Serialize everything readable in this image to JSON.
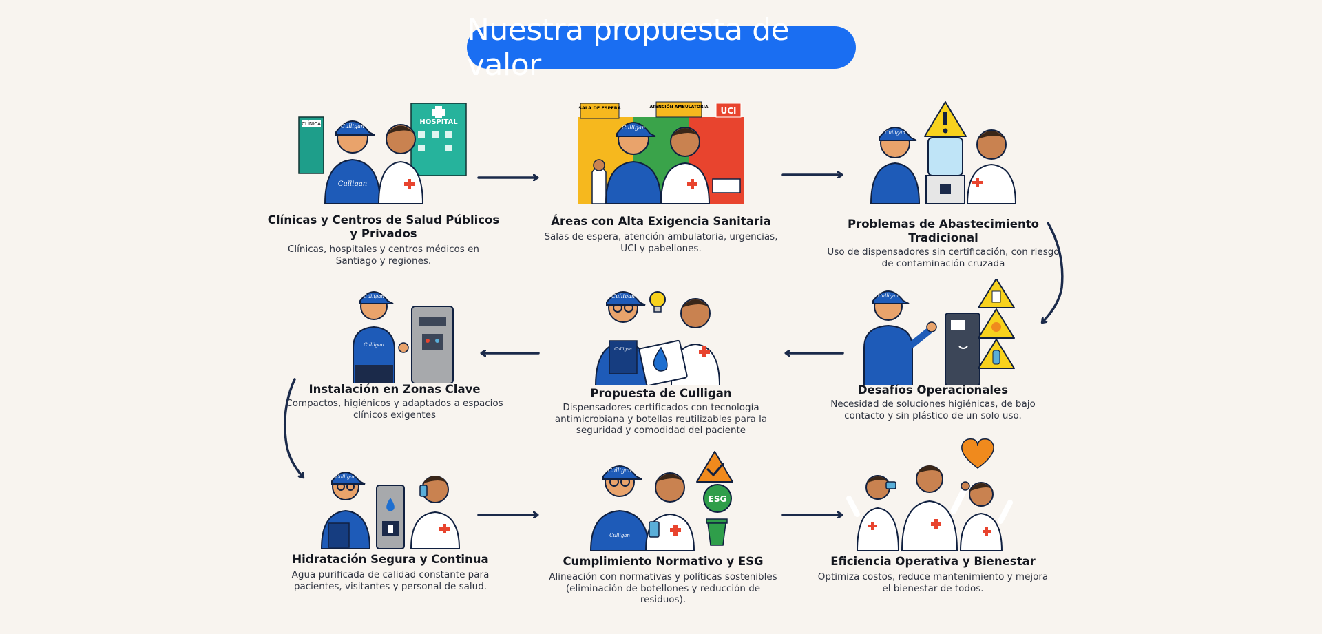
{
  "title": "Nuestra propuesta de valor",
  "colors": {
    "accent": "#1a6ef2",
    "uniform": "#1e5bb8",
    "navy": "#1b2a4a",
    "red": "#e8442e",
    "yellow": "#f7d21e",
    "orange": "#f08a1d",
    "teal": "#1e9e8a"
  },
  "steps": [
    {
      "title": "Clínicas y Centros de Salud Públicos y Privados",
      "desc": "Clínicas, hospitales y centros médicos en Santiago y regiones.",
      "signs": [
        "CLÍNICA",
        "HOSPITAL"
      ],
      "badge": "Culligan"
    },
    {
      "title": "Áreas con Alta Exigencia Sanitaria",
      "desc": "Salas de espera, atención ambulatoria, urgencias, UCI y pabellones.",
      "signs": [
        "SALA DE ESPERA",
        "ATENCIÓN AMBULATORIA",
        "UCI"
      ],
      "badge": "Culligan"
    },
    {
      "title": "Problemas de Abastecimiento Tradicional",
      "desc": "Uso de dispensadores sin certificación, con riesgo de contaminación cruzada",
      "badge": "Culligan"
    },
    {
      "title": "Desafíos Operacionales",
      "desc": "Necesidad de soluciones higiénicas, de bajo contacto y sin plástico de un solo uso.",
      "badge": "Culligan"
    },
    {
      "title": "Propuesta de Culligan",
      "desc": "Dispensadores certificados con tecnología antimicrobiana y botellas reutilizables para la seguridad y comodidad del paciente",
      "badge": "Culligan"
    },
    {
      "title": "Instalación en Zonas Clave",
      "desc": "Compactos, higiénicos y adaptados a espacios clínicos exigentes",
      "badge": "Culligan"
    },
    {
      "title": "Hidratación Segura y Continua",
      "desc": "Agua purificada de calidad constante para pacientes, visitantes y personal de salud.",
      "badge": "Culligan"
    },
    {
      "title": "Cumplimiento Normativo y ESG",
      "desc": "Alineación con normativas y políticas sostenibles (eliminación de botellones y reducción de residuos).",
      "esg": "ESG",
      "badge": "Culligan"
    },
    {
      "title": "Eficiencia Operativa y Bienestar",
      "desc": "Optimiza costos, reduce mantenimiento y mejora el bienestar de todos."
    }
  ],
  "icons": [
    "arrow-right-icon",
    "arrow-left-icon",
    "curved-arrow-down-icon",
    "warning-icon",
    "lightbulb-icon",
    "checkmark-icon",
    "heart-icon",
    "recycle-icon",
    "trash-bin-icon",
    "water-drop-icon",
    "medical-cross-icon"
  ]
}
